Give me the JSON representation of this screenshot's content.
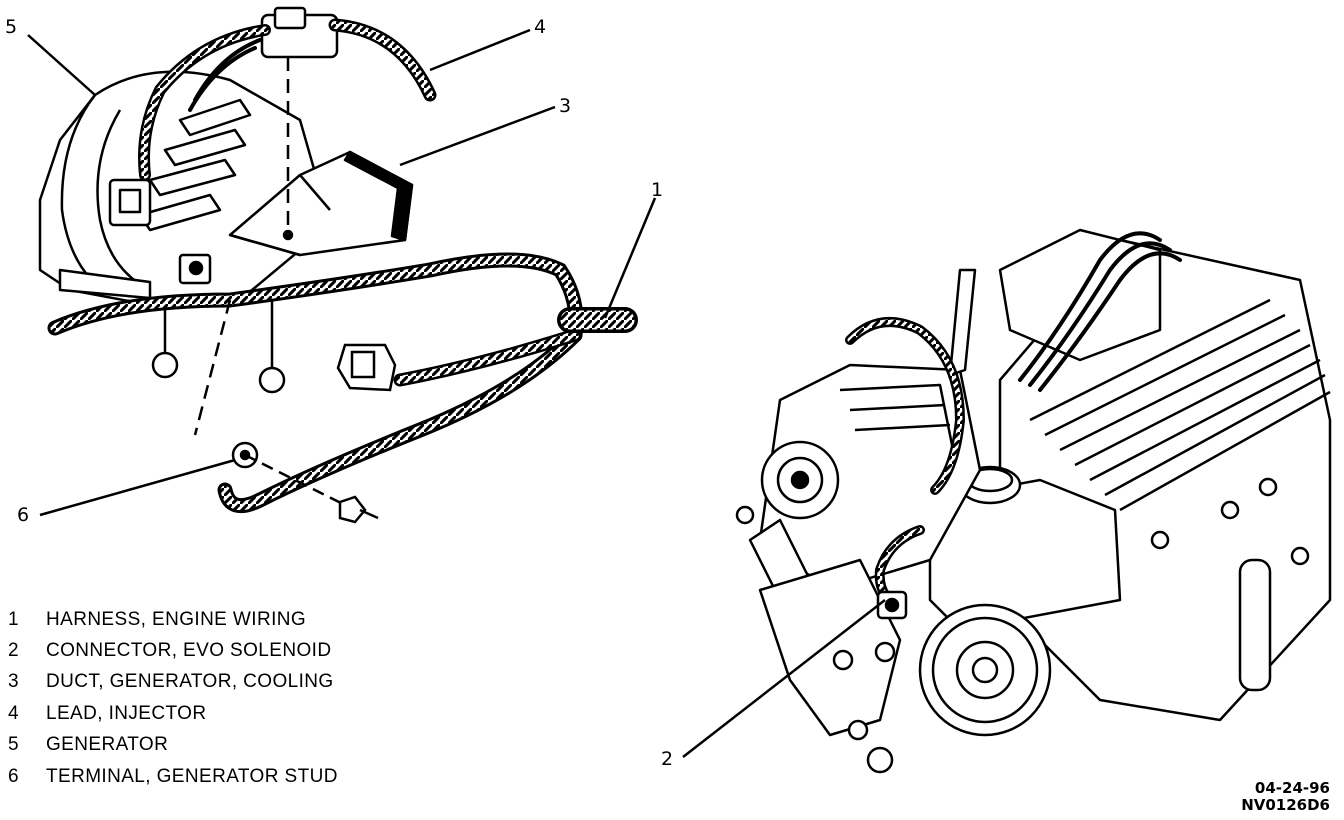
{
  "callouts": [
    {
      "id": "c5",
      "number": "5"
    },
    {
      "id": "c4",
      "number": "4"
    },
    {
      "id": "c3",
      "number": "3"
    },
    {
      "id": "c1",
      "number": "1"
    },
    {
      "id": "c6",
      "number": "6"
    },
    {
      "id": "c2",
      "number": "2"
    }
  ],
  "legend": [
    {
      "number": "1",
      "text": "HARNESS, ENGINE WIRING"
    },
    {
      "number": "2",
      "text": "CONNECTOR, EVO SOLENOID"
    },
    {
      "number": "3",
      "text": "DUCT, GENERATOR, COOLING"
    },
    {
      "number": "4",
      "text": "LEAD, INJECTOR"
    },
    {
      "number": "5",
      "text": "GENERATOR"
    },
    {
      "number": "6",
      "text": "TERMINAL, GENERATOR STUD"
    }
  ],
  "figure": {
    "date": "04-24-96",
    "code": "NV0126D6"
  }
}
